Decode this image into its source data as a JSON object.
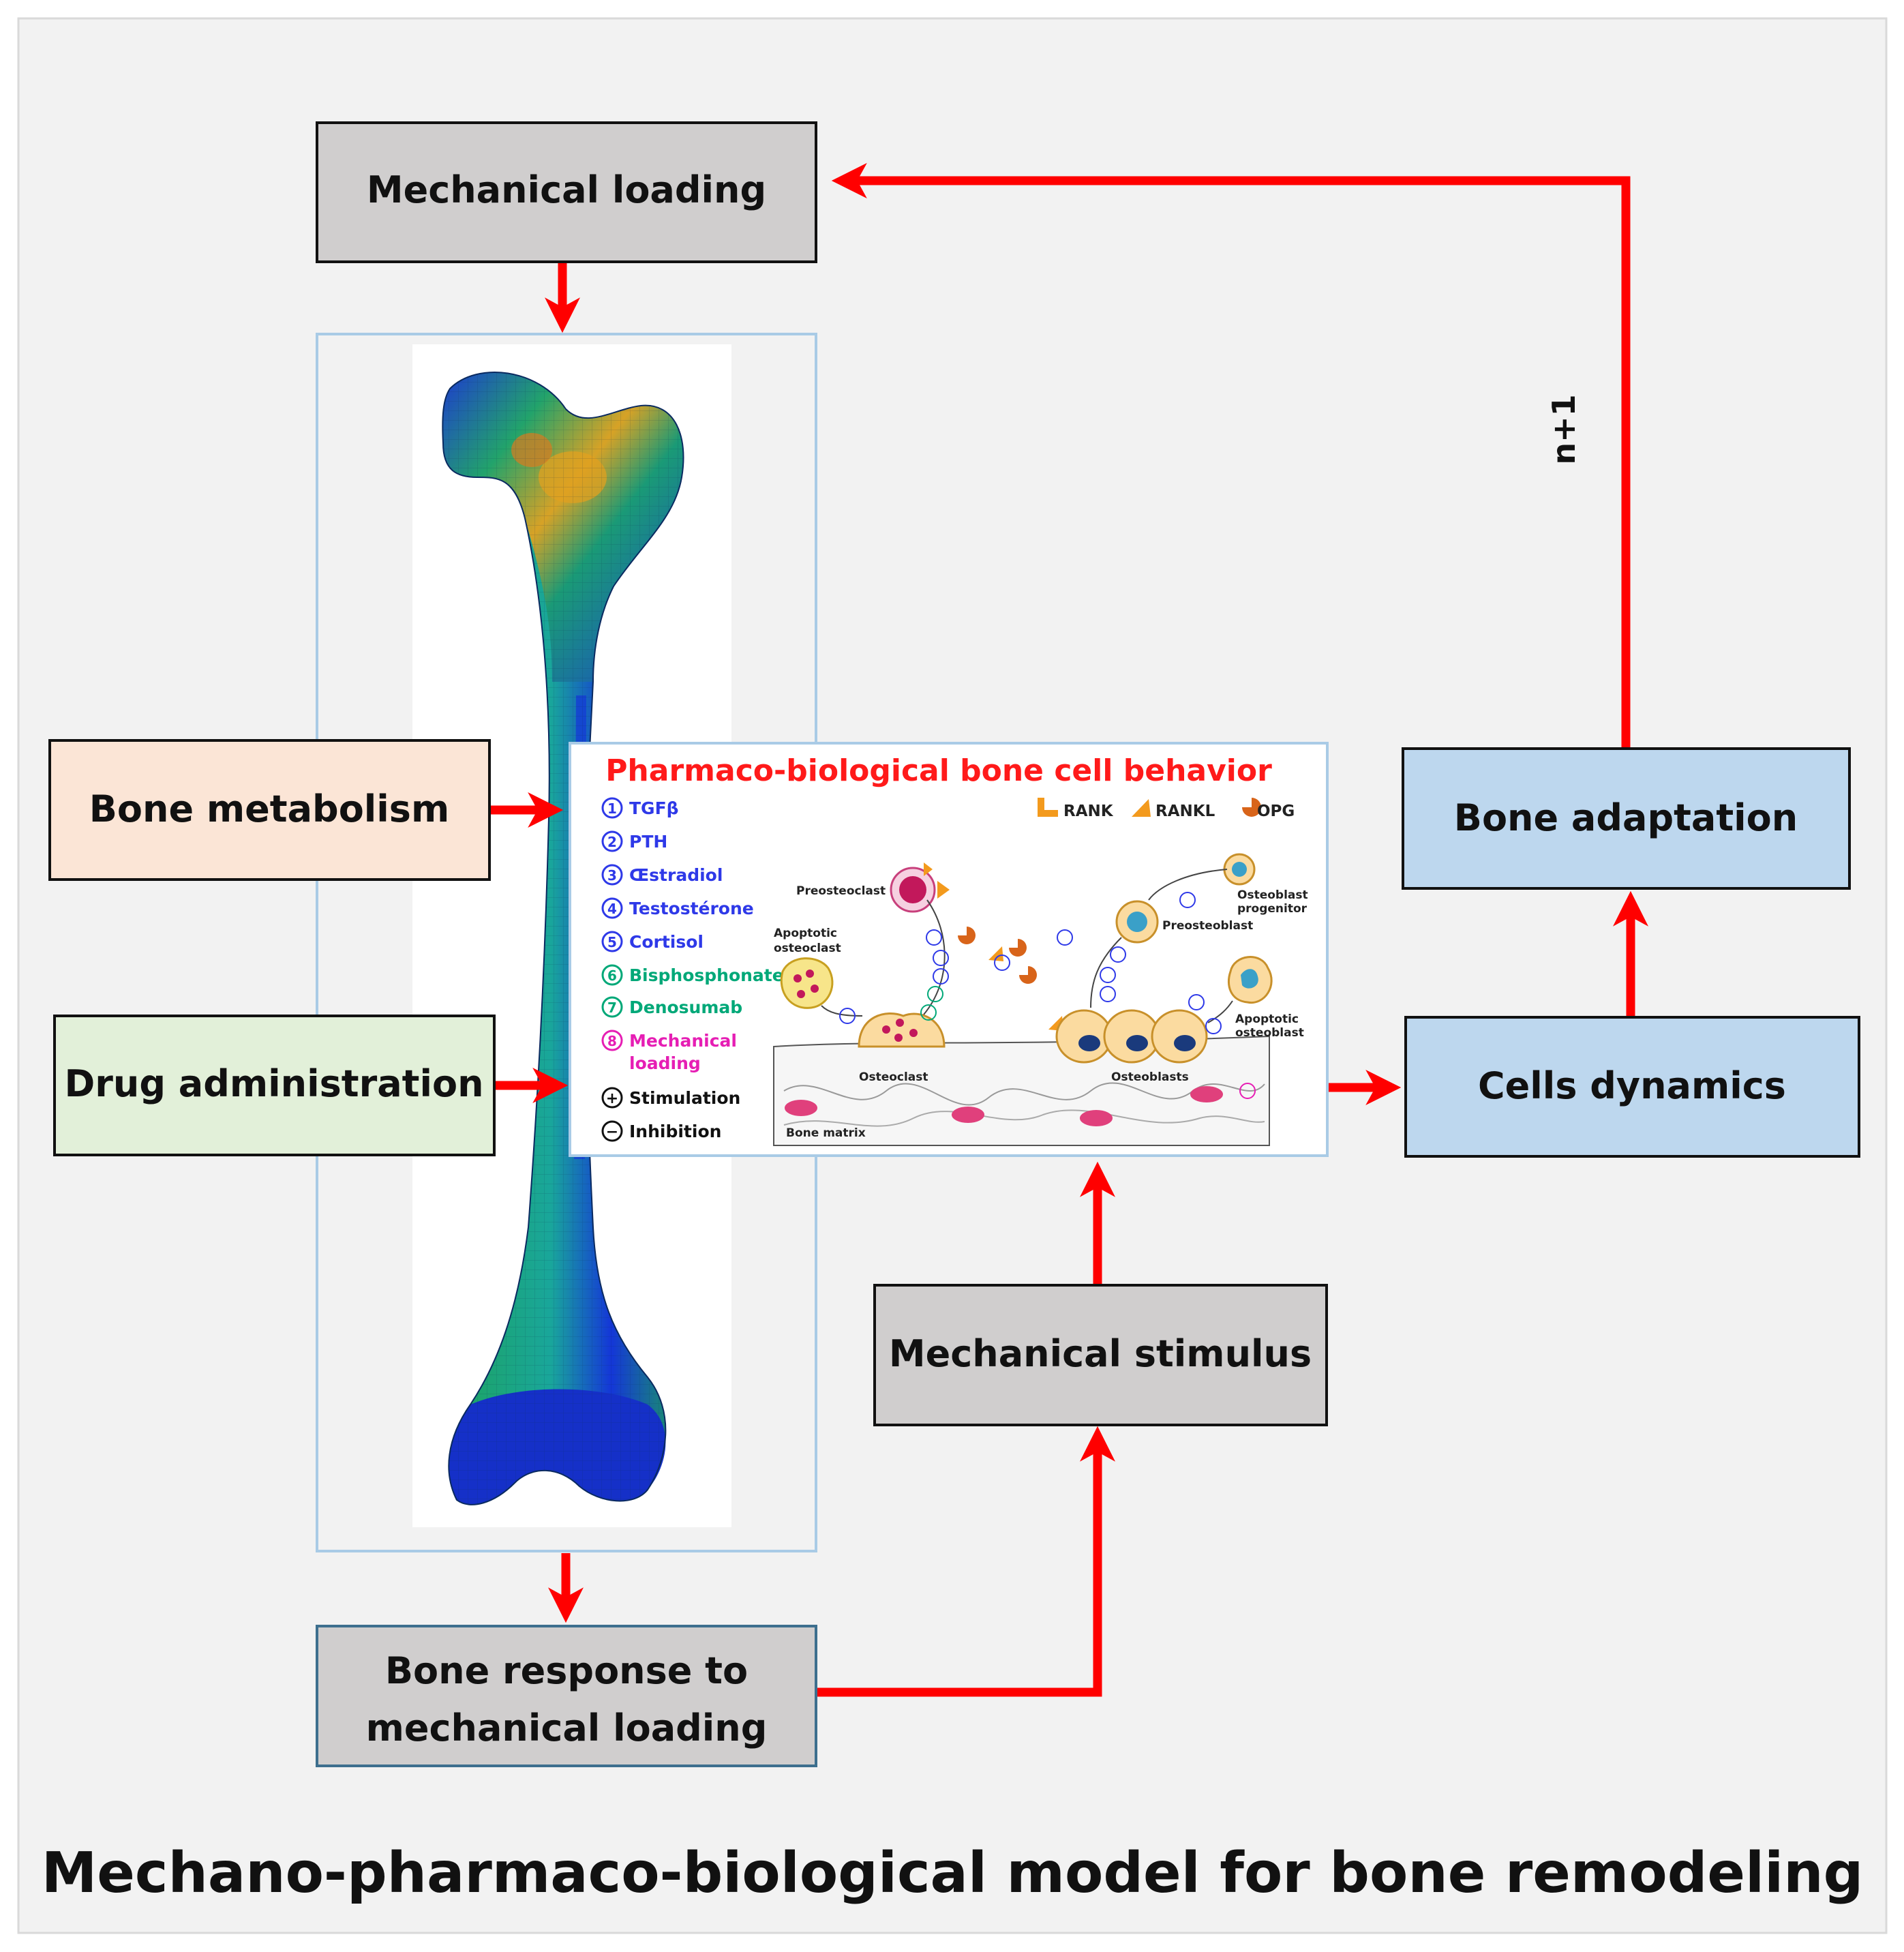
{
  "colors": {
    "arrow": "#ff0000",
    "box_gray": "#d0cece",
    "box_metabolism": "#fbe5d6",
    "box_drug": "#e2f0d9",
    "box_blue": "#bdd7ee",
    "panel_border": "#a9cbe6",
    "outer_background": "#f2f2f2",
    "legend_blue": "#2e39e8",
    "legend_green": "#00a878",
    "legend_magenta": "#e61eb4",
    "legend_black": "#111111",
    "inset_title": "#ff1a1a",
    "ligand_orange": "#f39a1d"
  },
  "boxes": {
    "mechanical_loading": "Mechanical loading",
    "bone_metabolism": "Bone metabolism",
    "drug_administration": "Drug administration",
    "bone_adaptation": "Bone adaptation",
    "cells_dynamics": "Cells dynamics",
    "mechanical_stimulus": "Mechanical stimulus",
    "bone_response_line1": "Bone response to",
    "bone_response_line2": "mechanical loading"
  },
  "loop_label": "n+1",
  "footer_title": "Mechano-pharmaco-biological model for bone remodeling",
  "inset": {
    "title": "Pharmaco-biological bone cell behavior",
    "legend": [
      {
        "num": "1",
        "label": "TGFβ",
        "color": "#2e39e8"
      },
      {
        "num": "2",
        "label": "PTH",
        "color": "#2e39e8"
      },
      {
        "num": "3",
        "label": "Œstradiol",
        "color": "#2e39e8"
      },
      {
        "num": "4",
        "label": "Testostérone",
        "color": "#2e39e8"
      },
      {
        "num": "5",
        "label": "Cortisol",
        "color": "#2e39e8"
      },
      {
        "num": "6",
        "label": "Bisphosphonates",
        "color": "#00a878"
      },
      {
        "num": "7",
        "label": "Denosumab",
        "color": "#00a878"
      },
      {
        "num": "8",
        "label": "Mechanical",
        "label2": "loading",
        "color": "#e61eb4"
      },
      {
        "num": "+",
        "label": "Stimulation",
        "color": "#111111"
      },
      {
        "num": "−",
        "label": "Inhibition",
        "color": "#111111"
      }
    ],
    "receptors": [
      "RANK",
      "RANKL",
      "OPG"
    ],
    "cells": {
      "preosteoclast": "Preosteoclast",
      "apoptotic_osteoclast_1": "Apoptotic",
      "apoptotic_osteoclast_2": "osteoclast",
      "osteoclast": "Osteoclast",
      "osteoblast_progenitor_1": "Osteoblast",
      "osteoblast_progenitor_2": "progenitor",
      "preosteoblast": "Preosteoblast",
      "osteoblasts": "Osteoblasts",
      "apoptotic_osteoblast_1": "Apoptotic",
      "apoptotic_osteoblast_2": "osteoblast",
      "bone_matrix": "Bone matrix"
    }
  }
}
